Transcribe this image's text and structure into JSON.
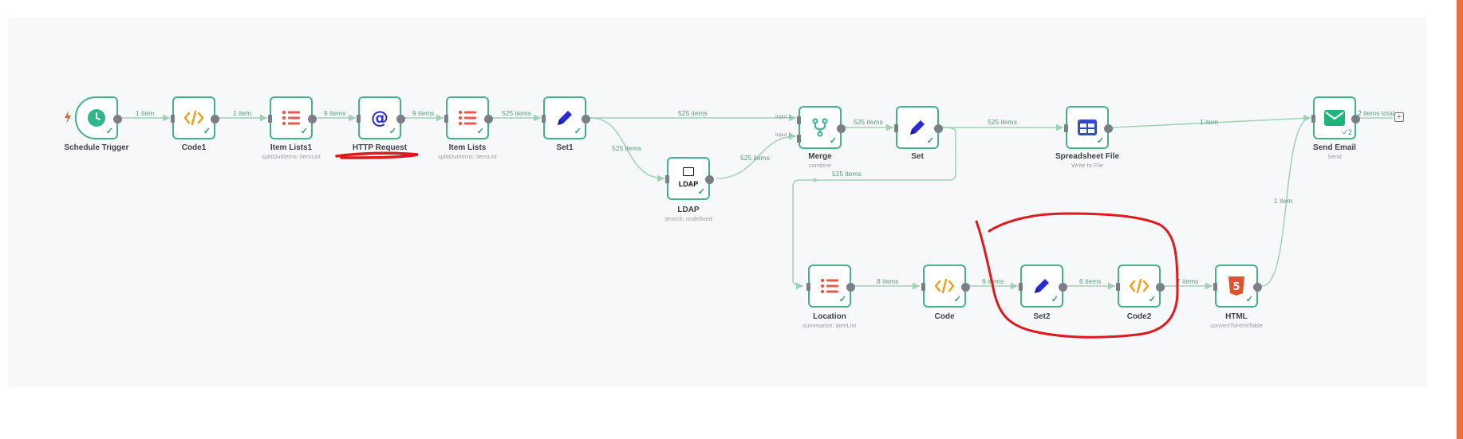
{
  "nodes": {
    "schedule_trigger": {
      "label": "Schedule Trigger",
      "sublabel": "",
      "icon": "clock-icon"
    },
    "code1": {
      "label": "Code1",
      "sublabel": "",
      "icon": "code-icon"
    },
    "item_lists1": {
      "label": "Item Lists1",
      "sublabel": "splitOutItems: itemList",
      "icon": "list-icon"
    },
    "http_request": {
      "label": "HTTP Request",
      "sublabel": "",
      "icon": "at-icon"
    },
    "item_lists": {
      "label": "Item Lists",
      "sublabel": "splitOutItems: itemList",
      "icon": "list-icon"
    },
    "set1": {
      "label": "Set1",
      "sublabel": "",
      "icon": "pen-icon"
    },
    "ldap": {
      "label": "LDAP",
      "sublabel": "search: undefined",
      "icon": "ldap-icon",
      "icon_text": "LDAP"
    },
    "merge": {
      "label": "Merge",
      "sublabel": "combine",
      "icon": "merge-icon"
    },
    "set": {
      "label": "Set",
      "sublabel": "",
      "icon": "pen-icon"
    },
    "spreadsheet_file": {
      "label": "Spreadsheet File",
      "sublabel": "Write to File",
      "icon": "table-icon"
    },
    "send_email": {
      "label": "Send Email",
      "sublabel": "Send",
      "icon": "mail-icon",
      "runs": "2"
    },
    "location": {
      "label": "Location",
      "sublabel": "summarize: itemList",
      "icon": "list-icon"
    },
    "code": {
      "label": "Code",
      "sublabel": "",
      "icon": "code-icon"
    },
    "set2": {
      "label": "Set2",
      "sublabel": "",
      "icon": "pen-icon"
    },
    "code2": {
      "label": "Code2",
      "sublabel": "",
      "icon": "code-icon"
    },
    "html": {
      "label": "HTML",
      "sublabel": "convertToHtmlTable",
      "icon": "html5-icon",
      "icon_text": "5"
    }
  },
  "edges": {
    "sched_code1": "1 item",
    "code1_itemlists1": "1 item",
    "itemlists1_http": "9 items",
    "http_itemlists": "9 items",
    "itemlists_set1": "525 items",
    "set1_merge": "525 items",
    "set1_ldap": "525 items",
    "ldap_merge": "525 items",
    "merge_set": "525 items",
    "set_spreadsheet": "525 items",
    "set_location": "525 items",
    "spreadsheet_email": "1 item",
    "email_out": "2 items total",
    "location_code": "8 items",
    "code_set2": "6 items",
    "set2_code2": "6 items",
    "code2_html": "7 items",
    "html_email": "1 item"
  },
  "merge_inputs": {
    "input1": "Input 1",
    "input2": "Input 2"
  },
  "canvas": {
    "add_button": "+"
  },
  "colors": {
    "node_border": "#45b388",
    "edge": "#9ed4b4",
    "code_icon": "#f39c12",
    "list_icon": "#ea5a4a",
    "pen_icon": "#2b2bd6",
    "at_icon": "#2b2bd6",
    "trigger_icon": "#31b58b",
    "merge_icon": "#46b4a0",
    "table_icon": "#2f4ec4",
    "mail_icon": "#1fb57a",
    "html_icon": "#e2532d",
    "annotation": "#e0191d",
    "accent_strip": "#ee6d3f"
  }
}
